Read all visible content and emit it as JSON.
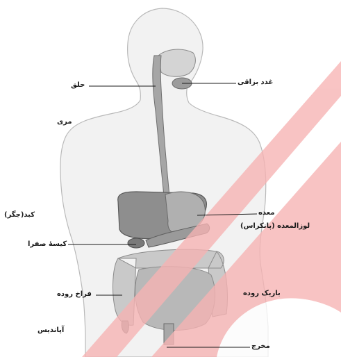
{
  "labels": {
    "esophagus": "حلق",
    "salivary": "غدد بزاقی",
    "lung": "مری",
    "liver": "کبد(جگر)",
    "stomach": "معده",
    "pancreas": "لوزالمعده (پانکراس)",
    "gallbladder": "کیسهٔ صفرا",
    "large_intestine": "فراخ روده",
    "small_intestine": "باریک روده",
    "appendix": "آپاندیس",
    "anus": "مخرج"
  },
  "colors": {
    "watermark_pink": "#f7b3b3",
    "line": "#1a1a1a",
    "body_outline": "#b9b9b9",
    "organ_gray": "#8a8a8a"
  }
}
